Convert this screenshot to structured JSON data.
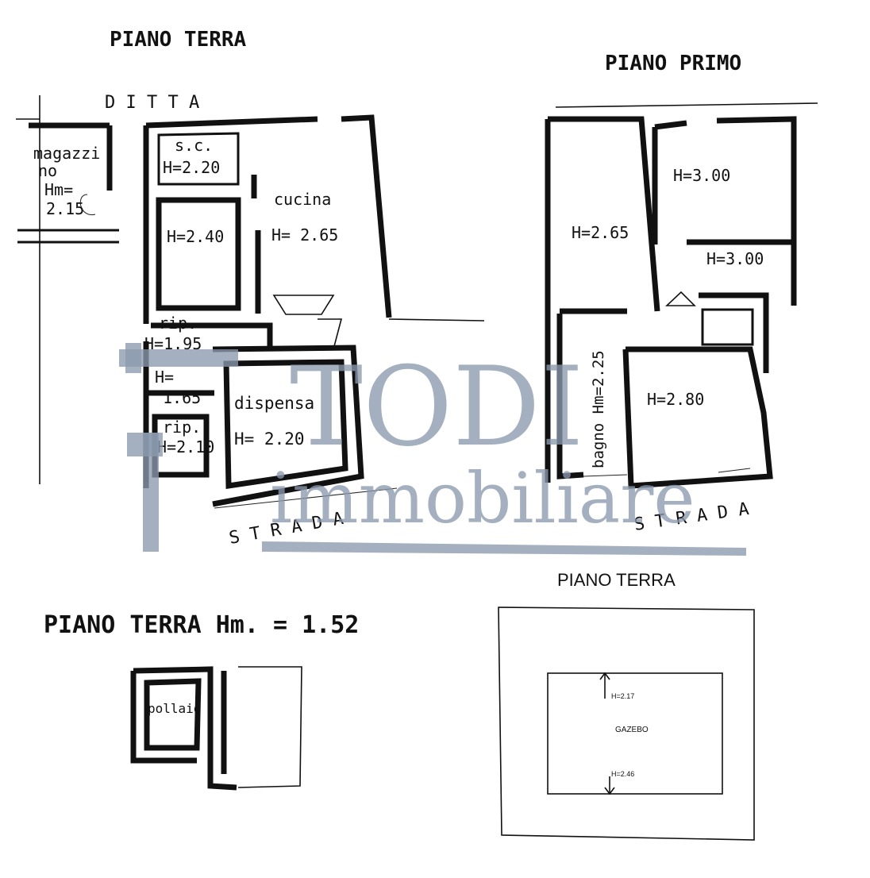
{
  "floors": {
    "ground": {
      "title": "PIANO  TERRA",
      "neighbor": "D I T T A",
      "street": "S T R A D A",
      "rooms": {
        "magazzino_name": "magazzi",
        "magazzino_name2": "no",
        "magazzino_h1": "Hm=",
        "magazzino_h2": "2.15",
        "sc_name": "s.c.",
        "sc_h": "H=2.20",
        "cucina_name": "cucina",
        "cucina_h": "H= 2.65",
        "room_h": "H=2.40",
        "rip1_name": "rip.",
        "rip1_h": "H=1.95",
        "h165_a": "H=",
        "h165_b": "1.65",
        "rip2_name": "rip.",
        "rip2_h": "H=2.10",
        "dispensa_name": "dispensa",
        "dispensa_h": "H= 2.20"
      }
    },
    "first": {
      "title": "PIANO  PRIMO",
      "street": "S T R A D A",
      "rooms": {
        "h300a": "H=3.00",
        "h300b": "H=3.00",
        "h265": "H=2.65",
        "bagno": "bagno Hm=2.25",
        "h280": "H=2.80"
      }
    },
    "ground_pollaio": {
      "title": "PIANO  TERRA Hm. = 1.52",
      "room": "pollaio"
    },
    "ground_gazebo": {
      "title": "PIANO TERRA",
      "label": "GAZEBO",
      "h_top": "H=2.17",
      "h_bottom": "H=2.46"
    }
  },
  "watermark": {
    "line1": "TODI",
    "line2": "immobiliare"
  },
  "colors": {
    "ink": "#111111",
    "watermark": "#8a9aad"
  }
}
